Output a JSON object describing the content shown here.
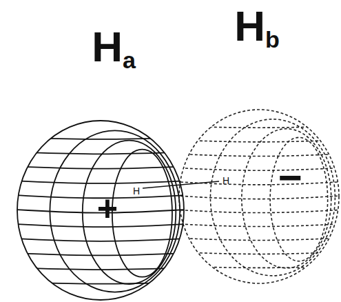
{
  "diagram": {
    "nodes": [
      {
        "text": [
          "Ha",
          "H",
          "+"
        ]
      },
      {
        "text": [
          "Hb",
          "H",
          "−"
        ]
      }
    ]
  }
}
